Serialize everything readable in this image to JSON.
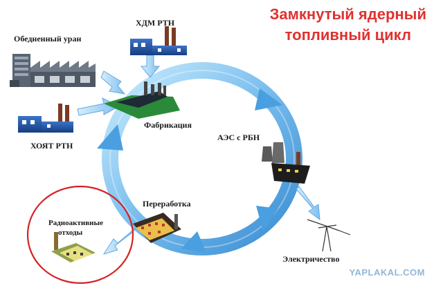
{
  "title": {
    "line1": "Замкнутый ядерный",
    "line2": "топливный цикл"
  },
  "nodes": {
    "depleted_uranium": "Обедненный уран",
    "hdm_rtn": "ХДМ РТН",
    "hoyat_rtn": "ХОЯТ РТН",
    "fabrication": "Фабрикация",
    "npp": "АЭС с РБН",
    "reprocessing": "Переработка",
    "waste_line1": "Радиоактивные",
    "waste_line2": "отходы",
    "electricity": "Электричество"
  },
  "watermark": "YAPLAKAL.COM",
  "colors": {
    "title": "#e0312f",
    "cycle_ring": "#4a9fe0",
    "cycle_ring_light": "#b9e2fb",
    "arrow": "#8ec5ee",
    "highlight_circle": "#d62020",
    "building": "#1f4f9a"
  }
}
